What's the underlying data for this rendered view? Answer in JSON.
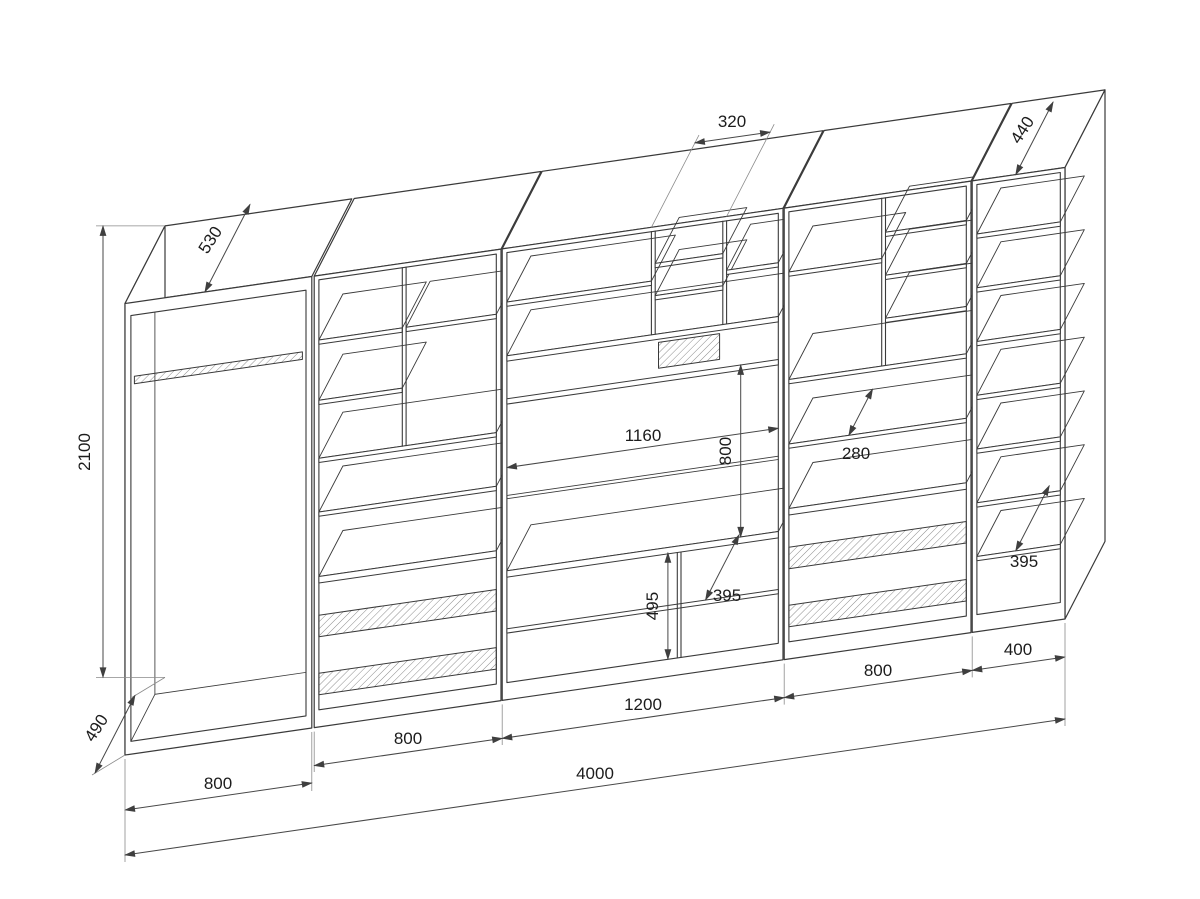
{
  "colors": {
    "line": "#3a3a3a",
    "dimension_line": "#474747",
    "background": "#ffffff",
    "text": "#1c1c1c"
  },
  "dims": {
    "top_depth_wardrobe": "530",
    "top_depth_right": "440",
    "top_middle_compartment_width": "320",
    "wardrobe_height": "2100",
    "niche_width": "1160",
    "niche_height": "800",
    "shelf_depth_mid": "280",
    "shelf_depth_right": "395",
    "bench_inner_height": "495",
    "bench_shelf_depth": "395",
    "wardrobe_width": "800",
    "section2_width": "800",
    "section3_width": "1200",
    "section4_width": "800",
    "section5_width": "400",
    "total_width": "4000",
    "wardrobe_depth": "490"
  }
}
